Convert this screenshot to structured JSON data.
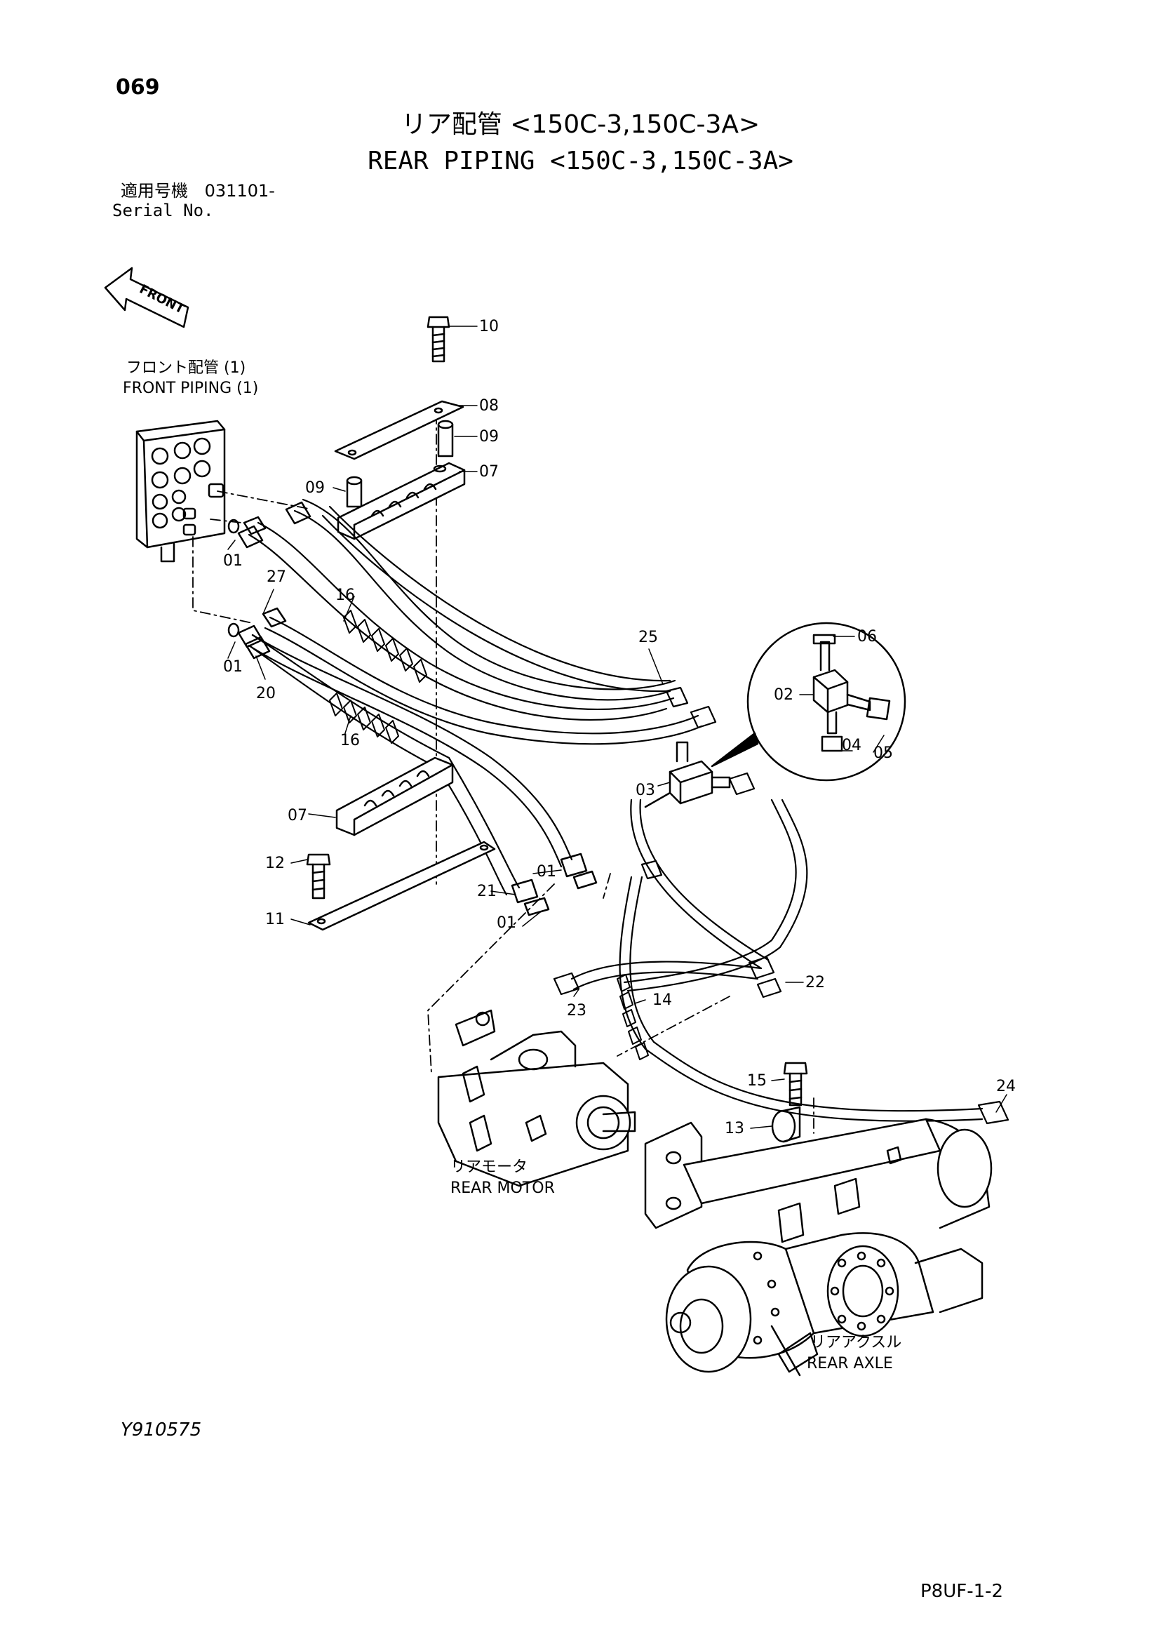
{
  "header": {
    "page_number": "069",
    "title_jp": "リア配管 <150C-3,150C-3A>",
    "title_en": "REAR PIPING <150C-3,150C-3A>",
    "serial_jp_label": "適用号機",
    "serial_value": "031101-",
    "serial_en_label": "Serial No."
  },
  "arrow": {
    "label": "FRONT"
  },
  "components": {
    "front_piping_jp": "フロント配管 (1)",
    "front_piping_en": "FRONT PIPING (1)",
    "rear_motor_jp": "リアモータ",
    "rear_motor_en": "REAR MOTOR",
    "rear_axle_jp": "リアアクスル",
    "rear_axle_en": "REAR AXLE"
  },
  "callouts": {
    "c10": "10",
    "c08": "08",
    "c09a": "09",
    "c09b": "09",
    "c07a": "07",
    "c01a": "01",
    "c27": "27",
    "c16a": "16",
    "c01b": "01",
    "c20": "20",
    "c16b": "16",
    "c25": "25",
    "c06": "06",
    "c02": "02",
    "c04": "04",
    "c05": "05",
    "c03": "03",
    "c07b": "07",
    "c12": "12",
    "c11": "11",
    "c01c": "01",
    "c21": "21",
    "c01d": "01",
    "c22": "22",
    "c23": "23",
    "c14": "14",
    "c15": "15",
    "c13": "13",
    "c24": "24"
  },
  "footer": {
    "drawing_number": "Y910575",
    "page_code": "P8UF-1-2"
  }
}
